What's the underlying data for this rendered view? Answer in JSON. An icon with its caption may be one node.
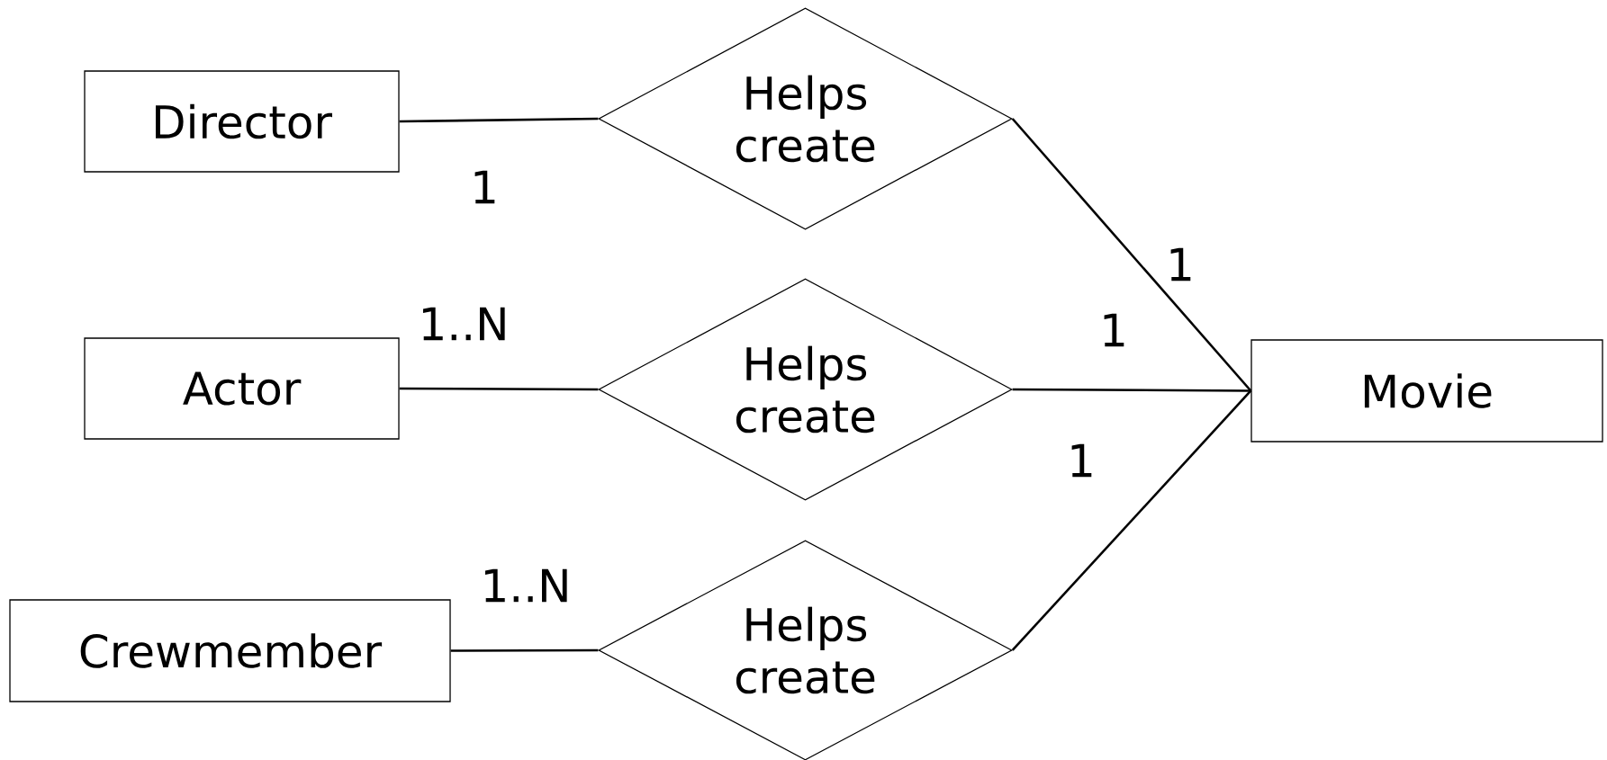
{
  "diagram": {
    "nodes": [
      {
        "text": [
          "Director"
        ]
      },
      {
        "text": [
          "Helps create"
        ]
      },
      {
        "text": [
          "Actor"
        ]
      },
      {
        "text": [
          "Helps create"
        ]
      },
      {
        "text": [
          "Movie"
        ]
      },
      {
        "text": [
          "Crewmember"
        ]
      },
      {
        "text": [
          "Helps create"
        ]
      }
    ],
    "edges": [
      {
        "from": 0,
        "to": 1,
        "arrow": "none",
        "label": "1"
      },
      {
        "from": 1,
        "to": 4,
        "arrow": "none",
        "label": "1"
      },
      {
        "from": 2,
        "to": 3,
        "arrow": "none",
        "label": "1..N"
      },
      {
        "from": 3,
        "to": 4,
        "arrow": "none",
        "label": "1"
      },
      {
        "from": 5,
        "to": 6,
        "arrow": "none",
        "label": "1..N"
      },
      {
        "from": 6,
        "to": 4,
        "arrow": "none",
        "label": "1"
      }
    ]
  }
}
